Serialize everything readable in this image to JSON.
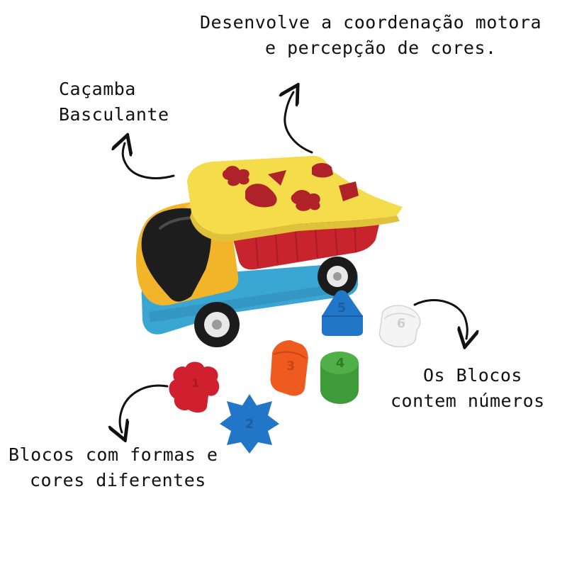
{
  "captions": {
    "coordination": {
      "line1": "Desenvolve a coordenação motora",
      "line2": "e percepção de cores."
    },
    "dump_bed": {
      "line1": "Caçamba",
      "line2": "Basculante"
    },
    "numbers": {
      "line1": "Os Blocos",
      "line2": "contem números"
    },
    "shapes": {
      "line1": "Blocos com formas e",
      "line2": "cores diferentes"
    }
  },
  "block_numbers": {
    "triangle": "5",
    "hexagon": "6",
    "square": "3",
    "cylinder": "4",
    "star": "2",
    "flower": "1"
  },
  "colors": {
    "cab_yellow": "#f2b52a",
    "bed_yellow": "#f5dc4a",
    "bed_red": "#c8242e",
    "chassis_blue": "#3aa6d4",
    "block_blue": "#2176c8",
    "block_red": "#d01f2e",
    "block_orange": "#ef5a1e",
    "block_green": "#3f9a3a",
    "block_white": "#f4f4f4"
  }
}
